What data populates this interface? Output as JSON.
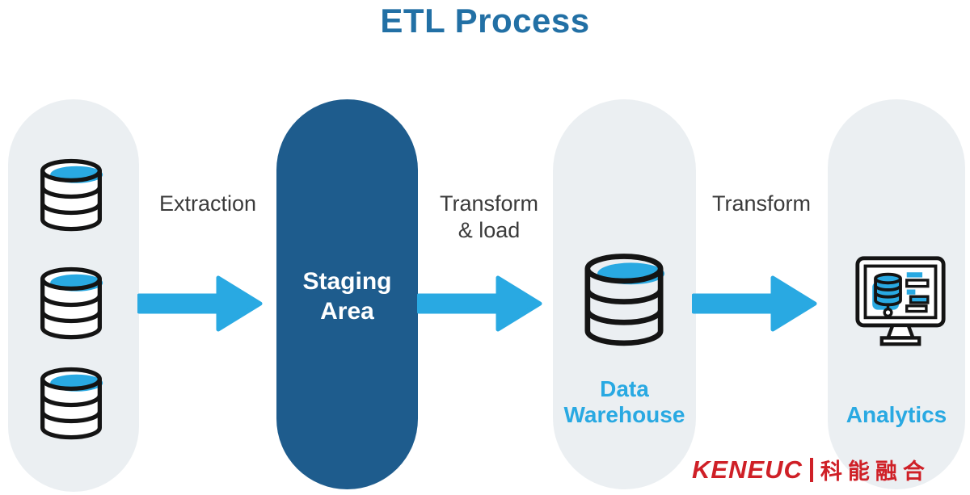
{
  "title": "ETL Process",
  "colors": {
    "accent_blue": "#29A9E2",
    "staging_blue": "#1E5C8D",
    "pill_gray": "#EBEFF2",
    "title_blue": "#2270A5",
    "flow_label_dark": "#3B3B3B",
    "logo_red": "#CF2027"
  },
  "stages": {
    "sources": {
      "name": "data sources",
      "icons": [
        "database-icon",
        "database-icon",
        "database-icon"
      ]
    },
    "staging": {
      "label": "Staging\nArea"
    },
    "warehouse": {
      "label": "Data\nWarehouse",
      "icon": "database-icon"
    },
    "analytics": {
      "label": "Analytics",
      "icon": "analytics-monitor-icon"
    }
  },
  "flows": [
    {
      "label": "Extraction"
    },
    {
      "label": "Transform\n& load"
    },
    {
      "label": "Transform"
    }
  ],
  "logo": {
    "brand": "KENEUC",
    "cn": "科能融合"
  }
}
